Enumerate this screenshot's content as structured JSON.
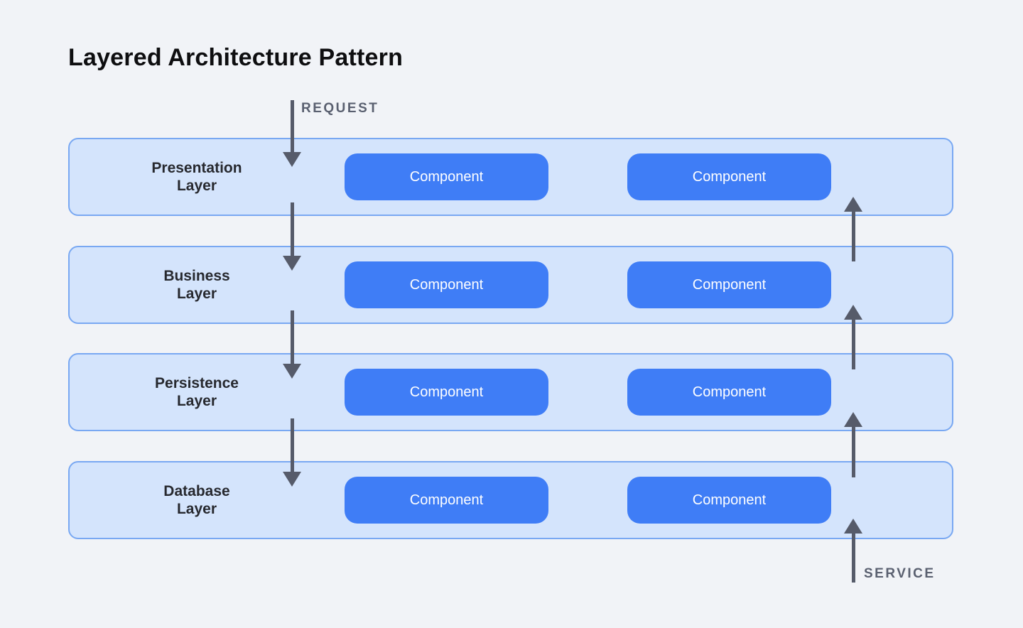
{
  "title": "Layered Architecture Pattern",
  "flow": {
    "request_label": "REQUEST",
    "service_label": "SERVICE"
  },
  "layers": [
    {
      "line1": "Presentation",
      "line2": "Layer",
      "components": [
        "Component",
        "Component"
      ]
    },
    {
      "line1": "Business",
      "line2": "Layer",
      "components": [
        "Component",
        "Component"
      ]
    },
    {
      "line1": "Persistence",
      "line2": "Layer",
      "components": [
        "Component",
        "Component"
      ]
    },
    {
      "line1": "Database",
      "line2": "Layer",
      "components": [
        "Component",
        "Component"
      ]
    }
  ],
  "theme": {
    "page_bg": "#f1f3f7",
    "layer_fill": "#d4e4fc",
    "layer_border": "#79a8f2",
    "component_fill": "#3f7df6",
    "component_text": "#ffffff",
    "arrow_color": "#565b6a",
    "flow_label_color": "#5a6070",
    "layer_label_color": "#27292f",
    "title_color": "#0e0e10"
  }
}
